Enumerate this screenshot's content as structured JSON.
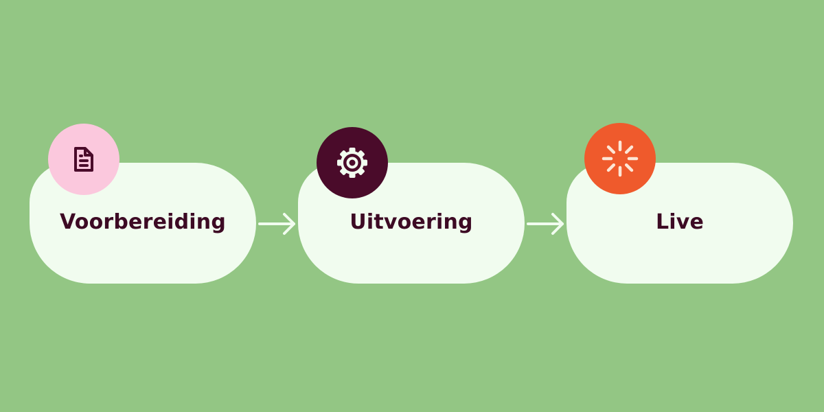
{
  "colors": {
    "background": "#93c684",
    "card": "#f1fcef",
    "text": "#3d0a24",
    "arrow": "#f1fcef",
    "badge_document": "#fbc8dd",
    "badge_gear": "#4a0b2a",
    "badge_spark": "#ef5a2c",
    "icon_document": "#4a0b2a",
    "icon_gear": "#f1fcef",
    "icon_spark": "#fde6d6"
  },
  "steps": [
    {
      "label": "Voorbereiding",
      "icon": "document-icon"
    },
    {
      "label": "Uitvoering",
      "icon": "gear-icon"
    },
    {
      "label": "Live",
      "icon": "loading-spinner-icon"
    }
  ]
}
